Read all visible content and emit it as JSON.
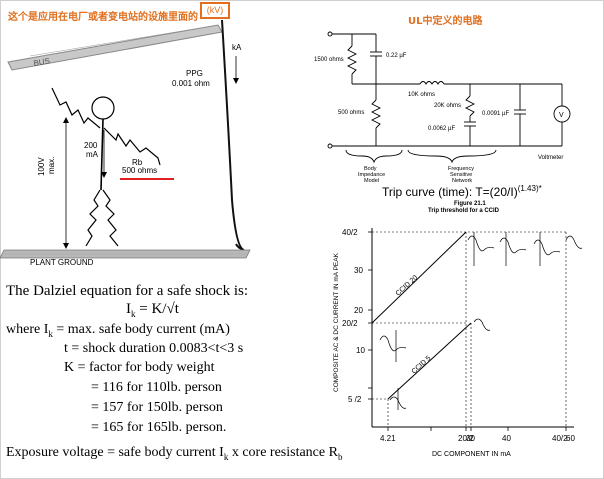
{
  "annotations": {
    "cn_note": "这个是应用在电厂或者变电站的设施里面的",
    "kv_box": "(kV)",
    "ul_title": "UL中定义的电路"
  },
  "left_diagram": {
    "bus_label": "BUS",
    "ka_label": "kA",
    "ppg_label": "PPG",
    "ppg_value": "0.001 ohm",
    "current_value": "200",
    "current_unit": "mA",
    "rb_label": "Rb",
    "rb_value": "500 ohms",
    "voltage_value": "100V",
    "voltage_unit": "max.",
    "ground_label": "PLANT GROUND"
  },
  "equations": {
    "title": "The Dalziel equation for a safe shock is:",
    "formula_lhs": "I",
    "formula_sub": "k",
    "formula_rhs": " = K/√t",
    "where_prefix": "where  I",
    "where_sub": "k",
    "where_text": " = max. safe body current (mA)",
    "t_def": "t = shock duration 0.0083<t<3 s",
    "k_def": "K = factor for body weight",
    "k1": "= 116 for 110lb. person",
    "k2": "= 157 for 150lb. person",
    "k3": "= 165 for 165lb. person.",
    "exposure_a": "Exposure voltage = safe body current I",
    "exposure_sub1": "k",
    "exposure_b": " x core resistance R",
    "exposure_sub2": "b"
  },
  "circuit": {
    "r1": "1500 ohms",
    "c1": "0.22 µF",
    "l1": "10K ohms",
    "r2": "20K ohms",
    "r3": "500 ohms",
    "c2": "0.0062 µF",
    "c3": "0.0091 µF",
    "meter": "V",
    "meter_label": "Voltmeter",
    "body_label": [
      "Body",
      "Impedance",
      "Model"
    ],
    "freq_label": [
      "Frequency",
      "Sensitive",
      "Network"
    ]
  },
  "trip": {
    "curve_text": "Trip curve (time):  T=(20/I)",
    "curve_exp": "(1.43)*",
    "figure_num": "Figure 21.1",
    "figure_title": "Trip threshold for a CCID"
  },
  "chart_data": {
    "type": "line",
    "xlabel": "DC COMPONENT IN mA",
    "ylabel": "COMPOSITE AC & DC CURRENT IN mA PEAK",
    "x_ticks": [
      "4.21",
      "20/2",
      "30",
      "40",
      "40/2",
      "60"
    ],
    "y_ticks": [
      "40/2",
      "30",
      "20/2",
      "20",
      "10",
      "5 /2"
    ],
    "series": [
      {
        "name": "CCID 20",
        "label": "CCID 20"
      },
      {
        "name": "CCID 5",
        "label": "CCID 5"
      }
    ]
  }
}
